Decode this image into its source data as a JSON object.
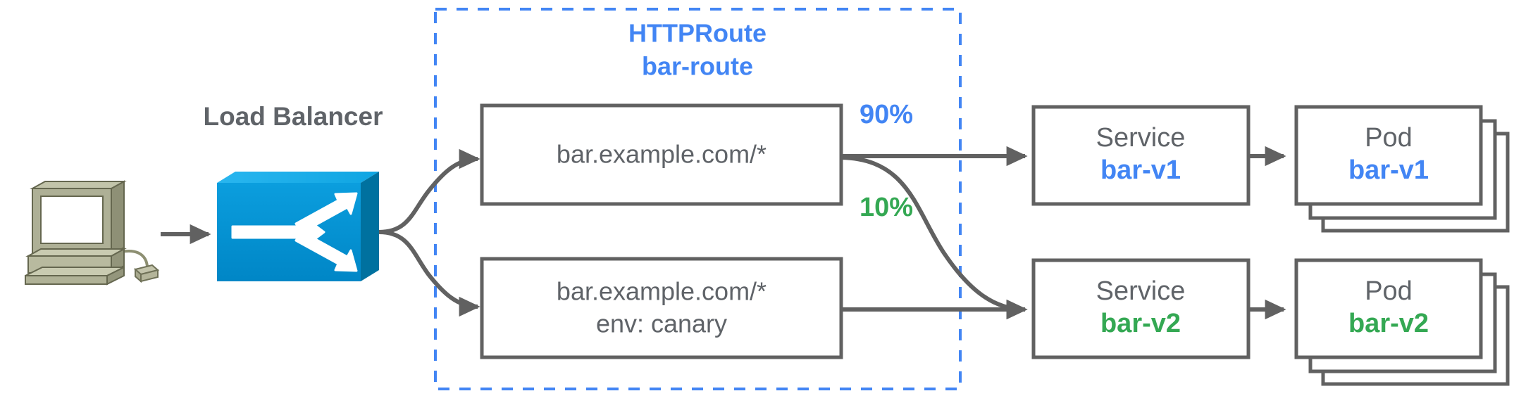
{
  "diagram": {
    "title": "HTTPRoute traffic splitting canary diagram",
    "colors": {
      "blue": "#4285f4",
      "green": "#34a853",
      "gray": "#5f6368",
      "stroke_gray": "#616161",
      "lb_blue": "#0094d9",
      "computer_beige": "#adae93"
    }
  },
  "client": {
    "icon_name": "desktop-computer-icon"
  },
  "load_balancer": {
    "label": "Load Balancer",
    "icon_name": "load-balancer-icon"
  },
  "httproute": {
    "kind_label": "HTTPRoute",
    "name_label": "bar-route",
    "rules": [
      {
        "id": "rule-primary",
        "line1": "bar.example.com/*",
        "line2": ""
      },
      {
        "id": "rule-canary",
        "line1": "bar.example.com/*",
        "line2": "env: canary"
      }
    ]
  },
  "weights": [
    {
      "id": "weight-90",
      "label": "90%",
      "color": "#4285f4"
    },
    {
      "id": "weight-10",
      "label": "10%",
      "color": "#34a853"
    }
  ],
  "services": [
    {
      "id": "service-bar-v1",
      "kind": "Service",
      "name": "bar-v1",
      "color": "#4285f4"
    },
    {
      "id": "service-bar-v2",
      "kind": "Service",
      "name": "bar-v2",
      "color": "#34a853"
    }
  ],
  "pods": [
    {
      "id": "pod-bar-v1",
      "kind": "Pod",
      "name": "bar-v1",
      "color": "#4285f4",
      "replicas": 3
    },
    {
      "id": "pod-bar-v2",
      "kind": "Pod",
      "name": "bar-v2",
      "color": "#34a853",
      "replicas": 3
    }
  ]
}
